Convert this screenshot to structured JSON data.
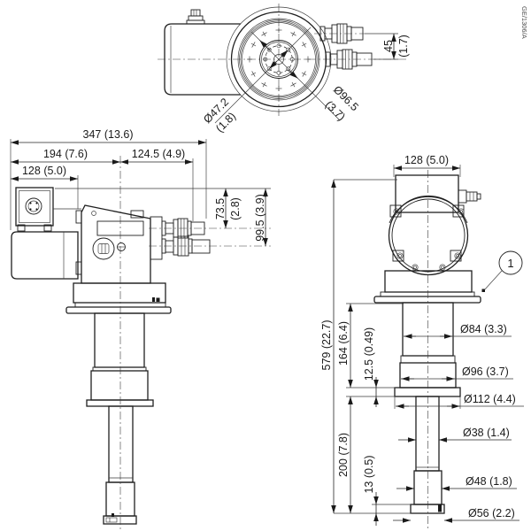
{
  "drawing": {
    "doc_number": "GE/1306/A",
    "callout_1_label": "1"
  },
  "top_view": {
    "bolt_circle_dia": "Ø47.2",
    "bolt_circle_dia_in": "(1.8)",
    "flange_dia": "Ø96.5",
    "flange_dia_in": "(3.7)",
    "port_offset": "45",
    "port_offset_in": "(1.7)"
  },
  "side_view": {
    "overall_length": "347 (13.6)",
    "length_to_axis": "194 (7.6)",
    "axis_to_port": "124.5 (4.9)",
    "motor_length": "128 (5.0)",
    "upper_port_height": "73.5",
    "upper_port_height_in": "(2.8)",
    "lower_port_height": "99.5 (3.9)"
  },
  "front_view": {
    "motor_width": "128 (5.0)",
    "overall_height": "579 (22.7)",
    "upper_section_height": "164 (6.4)",
    "flange_thickness": "12.5 (0.49)",
    "lower_section_height": "200 (7.8)",
    "foot_height": "13 (0.5)",
    "dia_84": "Ø84 (3.3)",
    "dia_96": "Ø96 (3.7)",
    "dia_112": "Ø112 (4.4)",
    "dia_38": "Ø38 (1.4)",
    "dia_48": "Ø48 (1.8)",
    "dia_56": "Ø56 (2.2)"
  }
}
